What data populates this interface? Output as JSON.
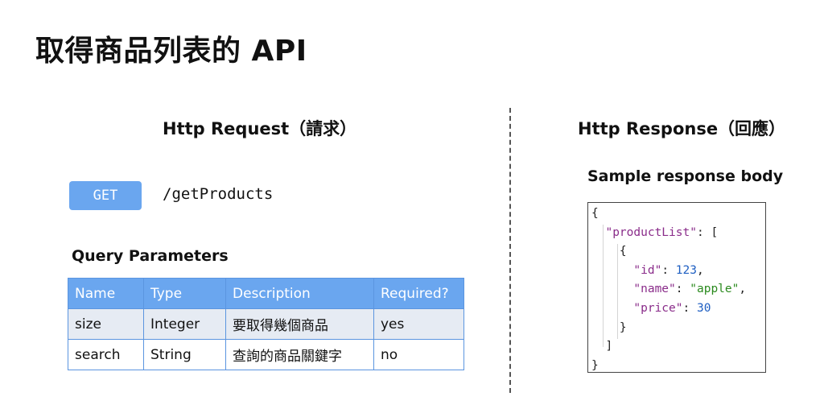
{
  "title": "取得商品列表的 API",
  "request": {
    "heading": "Http Request（請求）",
    "method": "GET",
    "path": "/getProducts",
    "query_heading": "Query Parameters",
    "columns": [
      "Name",
      "Type",
      "Description",
      "Required?"
    ],
    "rows": [
      [
        "size",
        "Integer",
        "要取得幾個商品",
        "yes"
      ],
      [
        "search",
        "String",
        "查詢的商品關鍵字",
        "no"
      ]
    ]
  },
  "response": {
    "heading": "Http Response（回應）",
    "sample_label": "Sample response body",
    "body": {
      "open": "{",
      "list_key": "\"productList\"",
      "list_open": "[",
      "obj_open": "{",
      "id_key": "\"id\"",
      "id_val": "123",
      "name_key": "\"name\"",
      "name_val": "\"apple\"",
      "price_key": "\"price\"",
      "price_val": "30",
      "obj_close": "}",
      "list_close": "]",
      "close": "}"
    }
  },
  "colors": {
    "accent": "#6aa6ef",
    "row_alt": "#e6ebf3",
    "json_key": "#8a2c8a",
    "json_number": "#1f5fc2",
    "json_string": "#2b8a1e"
  }
}
